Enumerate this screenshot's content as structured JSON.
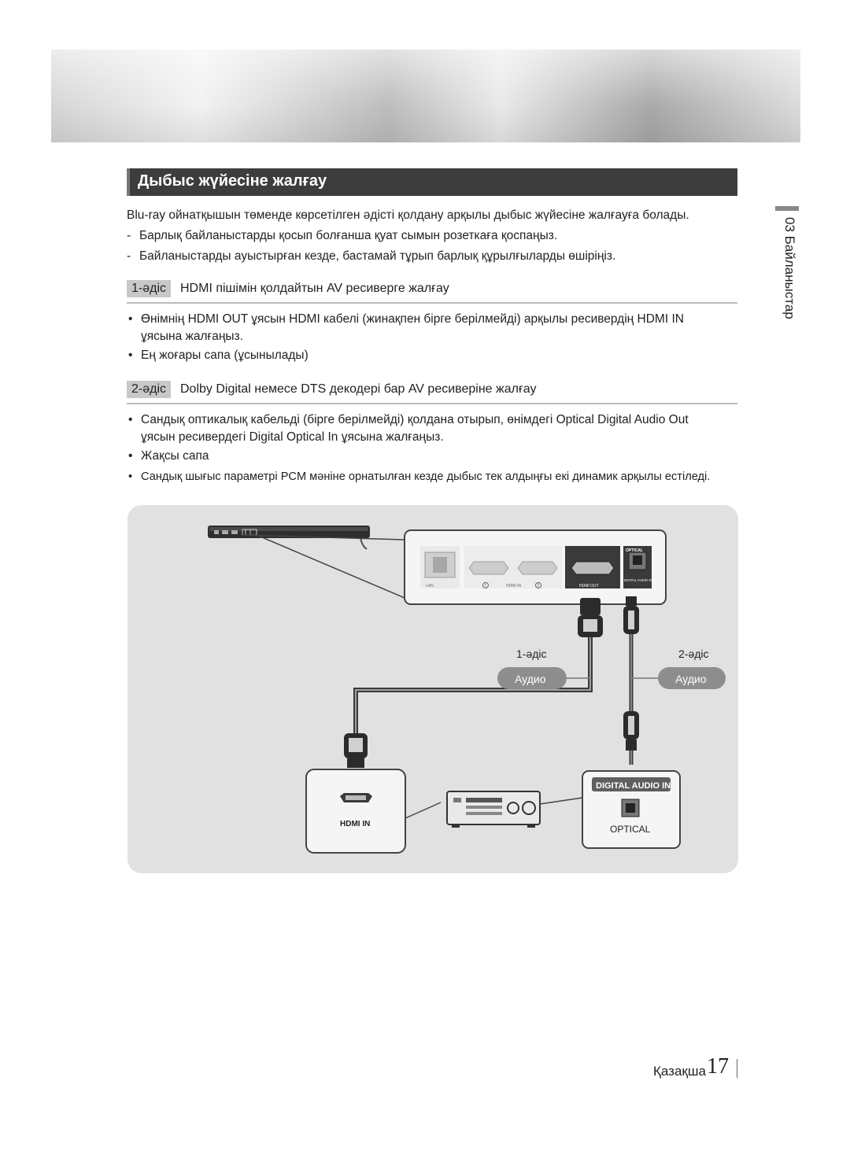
{
  "header": {
    "title": "Дыбыс жүйесіне жалғау"
  },
  "intro": {
    "text": "Blu-ray ойнатқышын төменде көрсетілген әдісті қолдану арқылы дыбыс жүйесіне жалғауға болады.",
    "notes": [
      "Барлық байланыстарды қосып болғанша қуат сымын розеткаға қоспаңыз.",
      "Байланыстарды ауыстырған кезде, бастамай тұрып барлық құрылғыларды өшіріңіз."
    ]
  },
  "method1": {
    "tag": "1-әдіс",
    "heading": "HDMI пішімін қолдайтын AV ресиверге жалғау",
    "bullets": [
      "Өнімнің HDMI OUT ұясын HDMI кабелі (жинақпен бірге берілмейді) арқылы ресивердің HDMI IN",
      "ұясына жалғаңыз.",
      "Ең жоғары сапа (ұсынылады)"
    ]
  },
  "method2": {
    "tag": "2-әдіс",
    "heading": "Dolby Digital немесе DTS декодері бар AV ресиверіне жалғау",
    "bullets": [
      "Сандық оптикалық кабельді (бірге берілмейді) қолдана отырып, өнімдегі Optical Digital Audio Out",
      "ұясын ресивердегі Digital Optical In ұясына жалғаңыз.",
      "Жақсы сапа",
      "Сандық шығыс параметрі PCM мәніне орнатылған кезде дыбыс тек алдыңғы екі динамик арқылы естіледі."
    ]
  },
  "diagram": {
    "ports": [
      "LAN",
      "HDMI IN",
      "HDMI OUT",
      "DIGITAL AUDIO OUT",
      "OPTICAL"
    ],
    "port_numbers": [
      "1",
      "2"
    ],
    "method1_label": "1-әдіс",
    "method2_label": "2-әдіс",
    "audio_badge": "Аудио",
    "hdmi_in_label": "HDMI IN",
    "digital_audio_in_label": "DIGITAL AUDIO IN",
    "optical_label": "OPTICAL"
  },
  "sidebar": {
    "chapter": "03  Байланыстар"
  },
  "footer": {
    "language": "Қазақша",
    "page_number": "17"
  }
}
